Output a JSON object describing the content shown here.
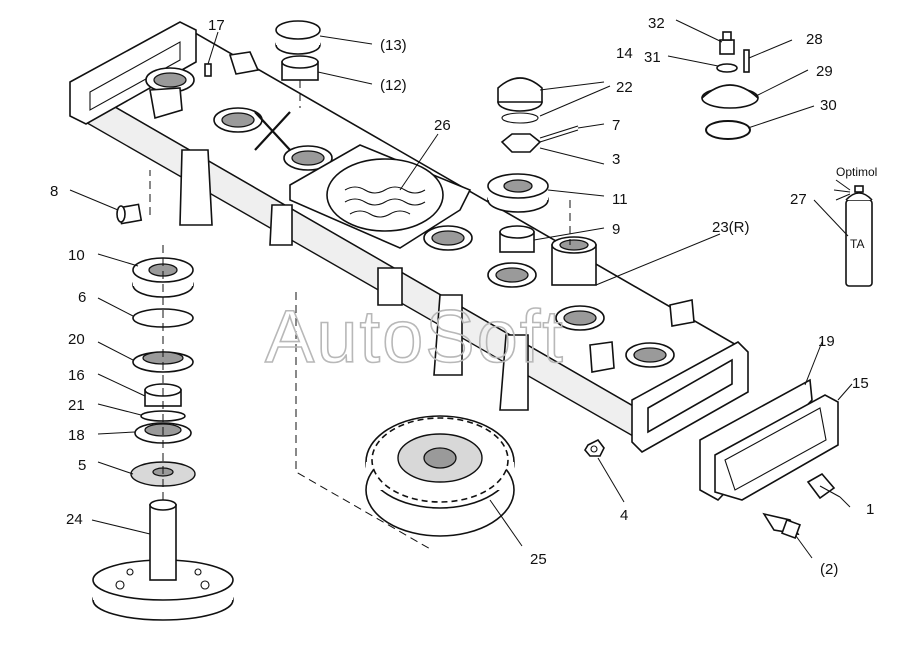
{
  "watermark": "AutoSoft",
  "spray_brand": "Optimol",
  "spray_text": "TA",
  "labels": {
    "l1": "1",
    "l2": "(2)",
    "l3": "3",
    "l4": "4",
    "l5": "5",
    "l6": "6",
    "l7": "7",
    "l8": "8",
    "l9": "9",
    "l10": "10",
    "l11": "11",
    "l12": "(12)",
    "l13": "(13)",
    "l14": "14",
    "l15": "15",
    "l16": "16",
    "l17": "17",
    "l18": "18",
    "l19": "19",
    "l20": "20",
    "l21": "21",
    "l22": "22",
    "l23": "23(R)",
    "l24": "24",
    "l25": "25",
    "l26": "26",
    "l27": "27",
    "l28": "28",
    "l29": "29",
    "l30": "30",
    "l31": "31",
    "l32": "32"
  }
}
